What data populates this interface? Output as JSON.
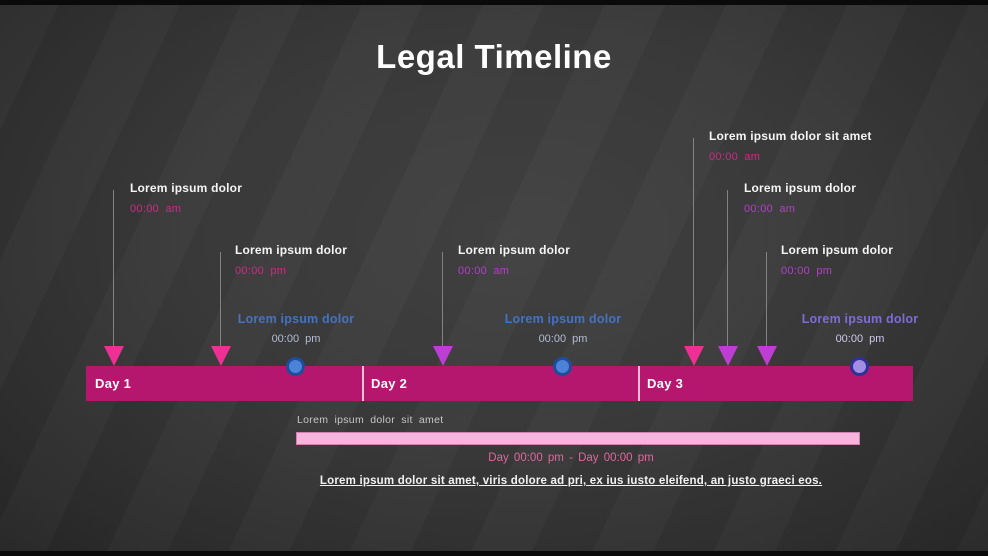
{
  "title": "Legal Timeline",
  "colors": {
    "timeline_bar": "#b5176f",
    "marker_pink": "#ee2f93",
    "marker_purple": "#bd3ed2",
    "time_pink": "#cf2a85",
    "time_purple": "#b23fcc",
    "event_blue": "#4472c4",
    "event_purple": "#7e6bdb",
    "event_dot_blue_fill": "#4d82d9",
    "event_dot_blue_border": "#1d4e9b",
    "event_dot_purple_fill": "#a18ee3",
    "event_dot_purple_border": "#2f3198",
    "duration_bar": "#f5b5dc",
    "duration_text": "#e0679f",
    "background": "#3a3a3a"
  },
  "timeline": {
    "days": [
      {
        "label": "Day 1"
      },
      {
        "label": "Day 2"
      },
      {
        "label": "Day 3"
      }
    ]
  },
  "milestones": [
    {
      "label": "Lorem ipsum dolor",
      "time": "00:00 am",
      "marker": "pink"
    },
    {
      "label": "Lorem ipsum dolor",
      "time": "00:00 pm",
      "marker": "pink"
    },
    {
      "label": "Lorem ipsum dolor",
      "time": "00:00 am",
      "marker": "purple"
    },
    {
      "label": "Lorem ipsum dolor sit amet",
      "time": "00:00 am",
      "marker": "pink"
    },
    {
      "label": "Lorem ipsum dolor",
      "time": "00:00 am",
      "marker": "purple"
    },
    {
      "label": "Lorem ipsum dolor",
      "time": "00:00 pm",
      "marker": "purple"
    }
  ],
  "events": [
    {
      "label": "Lorem ipsum dolor",
      "time": "00:00 pm",
      "style": "blue"
    },
    {
      "label": "Lorem ipsum dolor",
      "time": "00:00 pm",
      "style": "blue"
    },
    {
      "label": "Lorem ipsum dolor",
      "time": "00:00 pm",
      "style": "purple"
    }
  ],
  "duration": {
    "label": "Lorem ipsum dolor sit amet",
    "range": "Day 00:00 pm - Day 00:00 pm"
  },
  "footer": "Lorem ipsum dolor sit amet, viris dolore ad pri, ex ius iusto eleifend, an justo graeci eos."
}
